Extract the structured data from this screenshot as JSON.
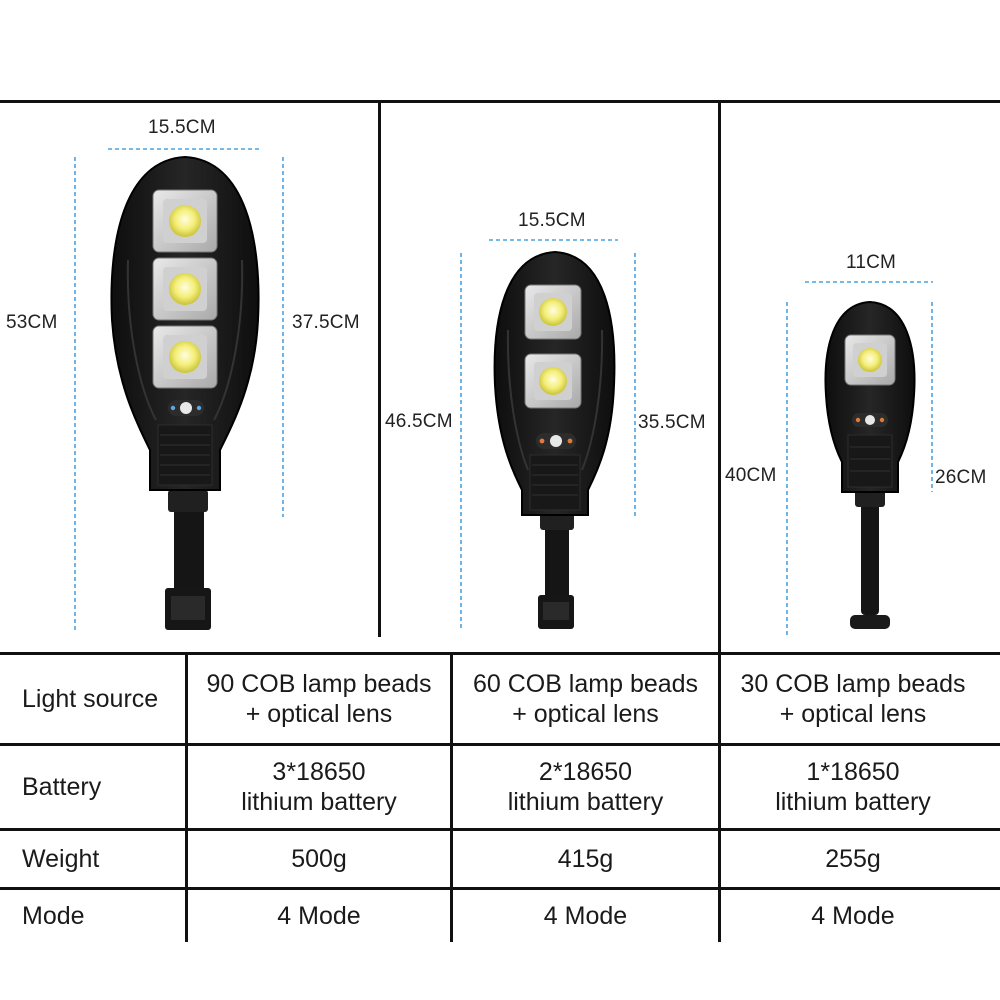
{
  "products": [
    {
      "width_label": "15.5CM",
      "total_height_label": "53CM",
      "head_height_label": "37.5CM"
    },
    {
      "width_label": "15.5CM",
      "total_height_label": "46.5CM",
      "head_height_label": "35.5CM"
    },
    {
      "width_label": "11CM",
      "total_height_label": "40CM",
      "head_height_label": "26CM"
    }
  ],
  "spec_table": {
    "rows": [
      {
        "label": "Light source",
        "values": [
          [
            "90 COB lamp beads",
            "+ optical lens"
          ],
          [
            "60 COB lamp beads",
            "+ optical lens"
          ],
          [
            "30 COB lamp beads",
            "+ optical lens"
          ]
        ]
      },
      {
        "label": "Battery",
        "values": [
          [
            "3*18650",
            "lithium battery"
          ],
          [
            "2*18650",
            "lithium battery"
          ],
          [
            "1*18650",
            "lithium battery"
          ]
        ]
      },
      {
        "label": "Weight",
        "values": [
          [
            "500g"
          ],
          [
            "415g"
          ],
          [
            "255g"
          ]
        ]
      },
      {
        "label": "Mode",
        "values": [
          [
            "4 Mode"
          ],
          [
            "4 Mode"
          ],
          [
            "4 Mode"
          ]
        ]
      }
    ]
  },
  "colors": {
    "dimension_line": "#4aa3df",
    "lamp_body": "#1b1b1b",
    "led_yellow": "#f4f08a",
    "grid_line": "#111111"
  }
}
